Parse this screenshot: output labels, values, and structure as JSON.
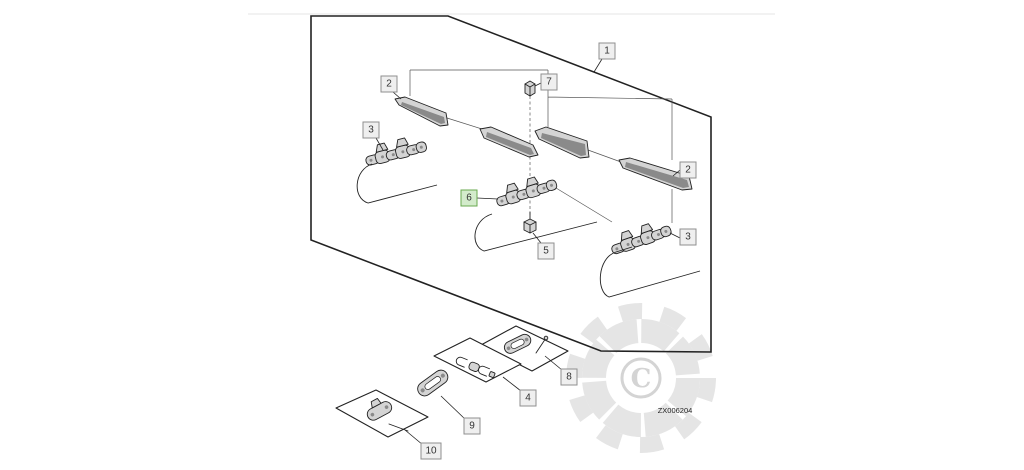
{
  "diagram": {
    "figure_code": "ZX006204",
    "callouts": [
      {
        "label": "1"
      },
      {
        "label": "2"
      },
      {
        "label": "3"
      },
      {
        "label": "7"
      },
      {
        "label": "6",
        "selected": true
      },
      {
        "label": "5"
      },
      {
        "label": "2"
      },
      {
        "label": "3"
      },
      {
        "label": "8"
      },
      {
        "label": "4"
      },
      {
        "label": "9"
      },
      {
        "label": "10"
      }
    ]
  },
  "watermark": {
    "icon": "gear-icon",
    "letter": "C"
  },
  "colors": {
    "line": "#222222",
    "callout_fill": "#efefef",
    "callout_border": "#8f8f8f",
    "selected_fill": "#d3ebcb",
    "selected_border": "#6aa84f",
    "watermark": "#e5e5e5",
    "watermark_mark": "#d4d4d4"
  }
}
